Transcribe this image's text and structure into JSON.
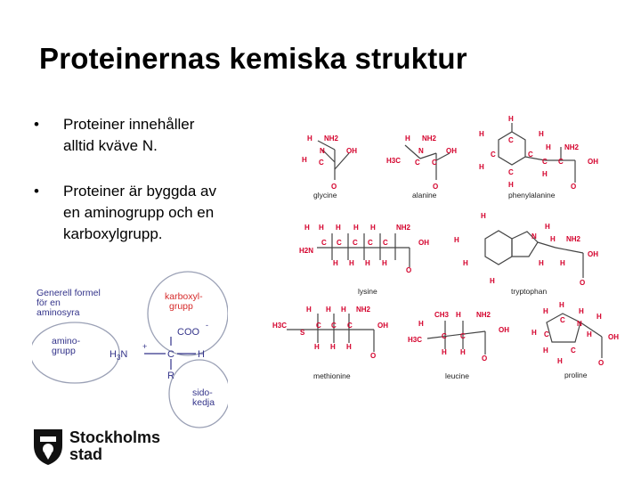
{
  "slide": {
    "title": "Proteinernas kemiska struktur",
    "bullets": [
      {
        "marker": "•",
        "text": "Proteiner innehåller\nalltid kväve N."
      },
      {
        "marker": "•",
        "text": "Proteiner är byggda av\nen aminogrupp och en\nkarboxylgrupp."
      }
    ]
  },
  "amino_acids": {
    "names": [
      "glycine",
      "alanine",
      "phenylalanine",
      "lysine",
      "tryptophan",
      "methionine",
      "leucine",
      "proline"
    ],
    "atoms": {
      "H": "H",
      "C": "C",
      "O": "O",
      "N": "N",
      "S": "S",
      "NH2": "NH2",
      "H2N": "H2N",
      "OH": "OH",
      "H3C": "H3C",
      "CH3": "CH3"
    }
  },
  "formula": {
    "heading": "Generell formel\nför en\naminosyra",
    "carboxyl_label": "karboxyl-\ngrupp",
    "amino_label": "amino-\ngrupp",
    "side_label": "sido-\nkedja",
    "coo": "COO",
    "minus": "-",
    "h3n": "H",
    "h3n_sub": "3",
    "n_plus": "N",
    "plus": "+",
    "c": "C",
    "h": "H",
    "r": "R"
  },
  "logo": {
    "line1": "Stockholms",
    "line2": "stad"
  },
  "colors": {
    "atom_red": "#d4002b",
    "formula_red": "#d62b2b",
    "formula_blue": "#33338a",
    "circle_gray": "#9aa0b5"
  }
}
